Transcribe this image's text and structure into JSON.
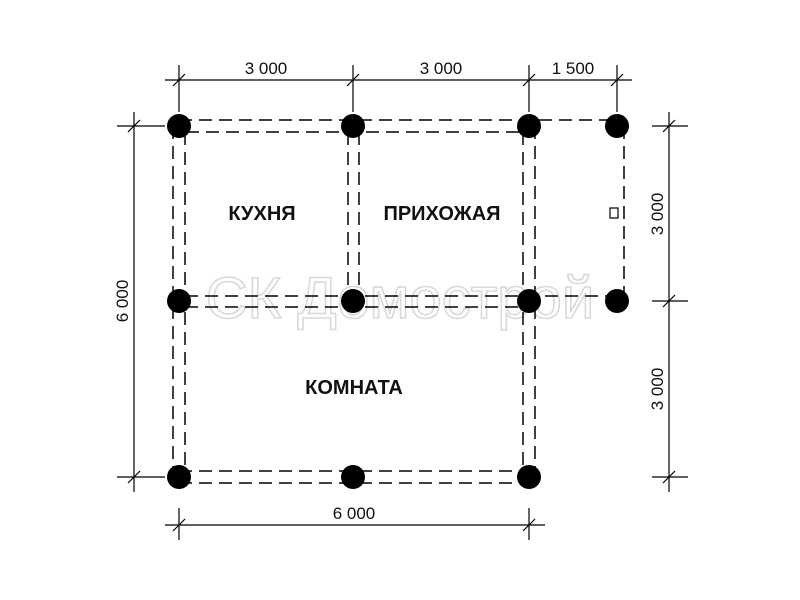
{
  "dimensions": {
    "top": [
      "3 000",
      "3 000",
      "1 500"
    ],
    "bottom": "6 000",
    "left": "6 000",
    "right": [
      "3 000",
      "3 000"
    ]
  },
  "rooms": {
    "kitchen": "КУХНЯ",
    "hallway": "ПРИХОЖАЯ",
    "room": "КОМНАТА"
  },
  "watermark": "СК Домострой",
  "colors": {
    "lines": "#000000",
    "background": "#ffffff",
    "watermark": "#d9d9d9"
  }
}
